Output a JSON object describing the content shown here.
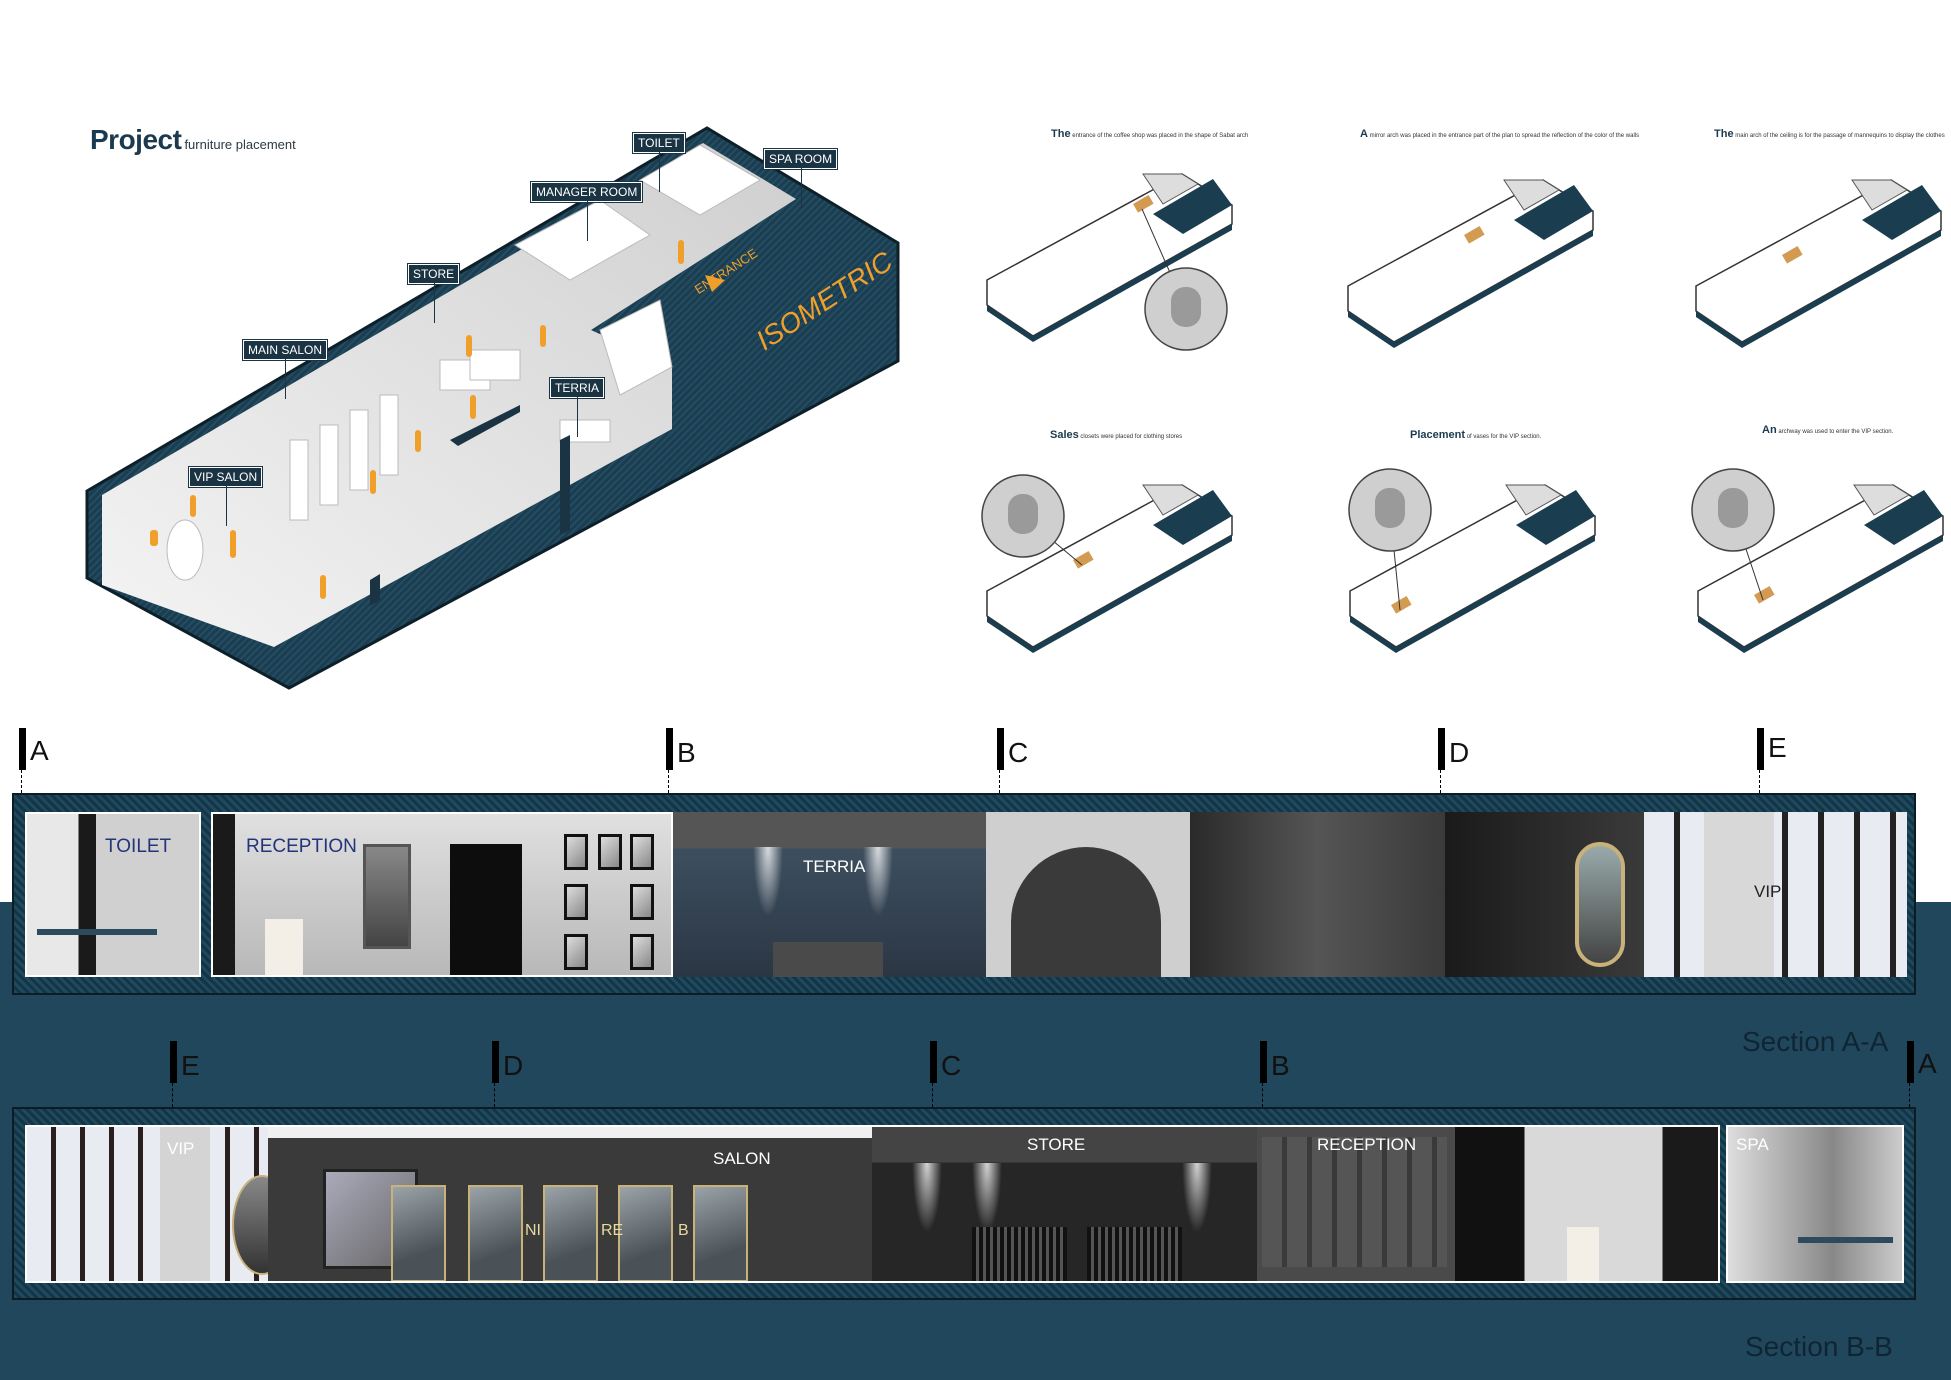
{
  "header": {
    "title": "Project",
    "subtitle": "furniture placement"
  },
  "isometric": {
    "labels": {
      "toilet": "TOILET",
      "spa_room": "SPA ROOM",
      "manager_room": "MANAGER ROOM",
      "store": "STORE",
      "main_salon": "MAIN SALON",
      "terria": "TERRIA",
      "vip_salon": "VIP SALON"
    },
    "entrance": "ENTRANCE",
    "view_name": "ISOMETRIC",
    "colors": {
      "wall": "#1b3444",
      "accent": "#f0a02a",
      "floor": "#e6e6e6"
    }
  },
  "thumbnails": [
    {
      "lead": "The",
      "text": "entrance of the coffee shop was placed in the shape of Sabat arch"
    },
    {
      "lead": "A",
      "text": "mirror arch was placed in the entrance part of the plan to spread the reflection of the color of the walls"
    },
    {
      "lead": "The",
      "text": "main arch of the ceiling is for the passage of mannequins to display the clothes"
    },
    {
      "lead": "Sales",
      "text": "closets were placed for clothing stores"
    },
    {
      "lead": "Placement",
      "text": "of vases for the VIP section."
    },
    {
      "lead": "An",
      "text": "archway was used to enter the VIP section."
    }
  ],
  "section_aa": {
    "title": "Section A-A",
    "markers": [
      "A",
      "B",
      "C",
      "D",
      "E"
    ],
    "rooms": {
      "toilet": "TOILET",
      "reception": "RECEPTION",
      "terria": "TERRIA",
      "vip": "VIP"
    }
  },
  "section_bb": {
    "title": "Section B-B",
    "markers": [
      "E",
      "D",
      "C",
      "B",
      "A"
    ],
    "rooms": {
      "vip": "VIP",
      "salon": "SALON",
      "store": "STORE",
      "reception": "RECEPTION",
      "spa": "SPA"
    },
    "salon_sign": [
      "NI",
      "RE",
      "B"
    ]
  }
}
